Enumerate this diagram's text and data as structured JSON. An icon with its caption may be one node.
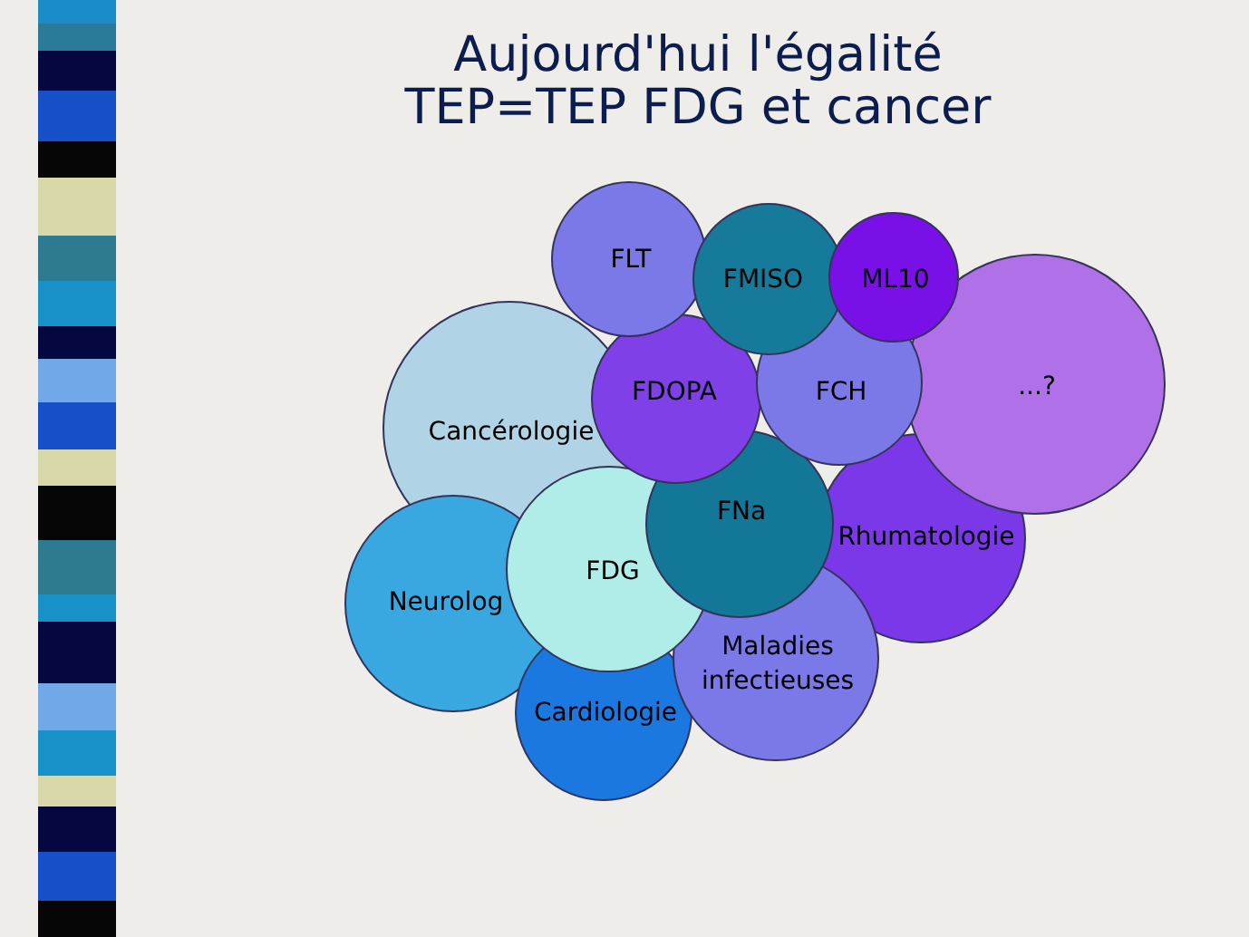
{
  "diagram": {
    "title": "Aujourd'hui l'égalité TEP=TEP FDG et cancer",
    "nodes": [
      {
        "text": [
          "FLT"
        ]
      },
      {
        "text": [
          "FMISO"
        ]
      },
      {
        "text": [
          "ML10"
        ]
      },
      {
        "text": [
          "Cancérologie"
        ]
      },
      {
        "text": [
          "FDOPA"
        ]
      },
      {
        "text": [
          "FCH"
        ]
      },
      {
        "text": [
          "...?"
        ]
      },
      {
        "text": [
          "FNa"
        ]
      },
      {
        "text": [
          "Rhumatologie"
        ]
      },
      {
        "text": [
          "FDG"
        ]
      },
      {
        "text": [
          "Neurolog"
        ]
      },
      {
        "text": [
          "Maladies infectieuses"
        ]
      },
      {
        "text": [
          "Cardiologie"
        ]
      }
    ]
  }
}
